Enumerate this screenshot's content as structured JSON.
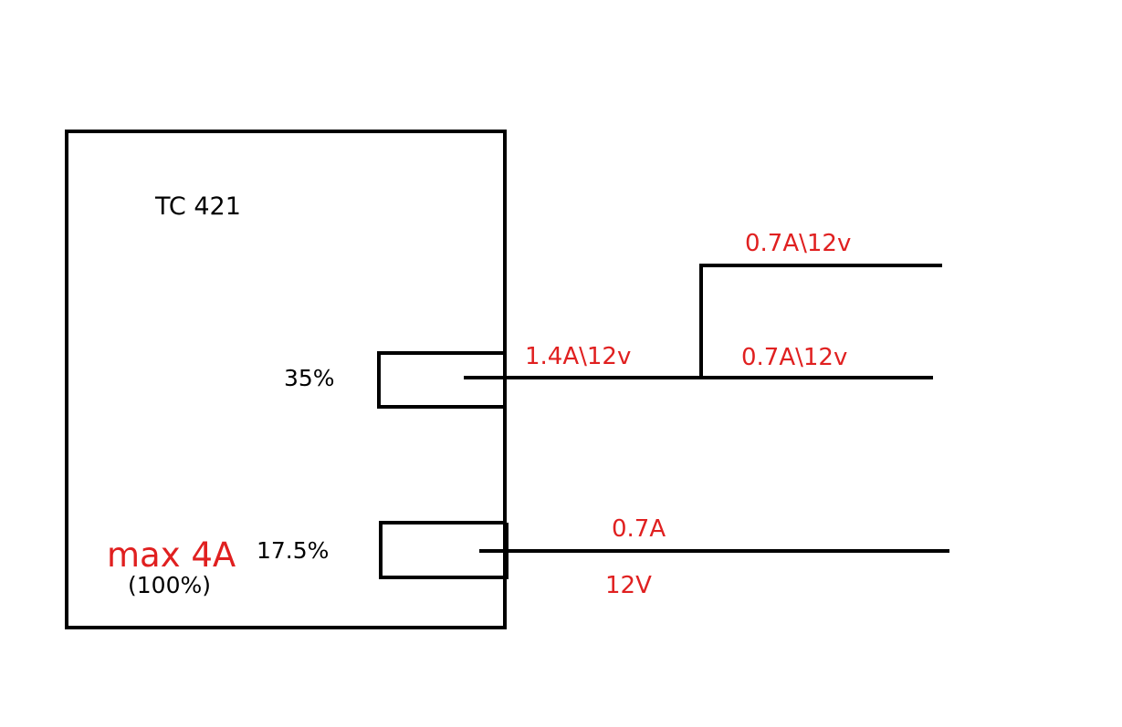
{
  "device": {
    "name": "TC 421",
    "max_label": "max 4A",
    "max_percent": "(100%)"
  },
  "channels": [
    {
      "percent": "35%",
      "output_label": "1.4A\\12v",
      "branches": [
        "0.7A\\12v",
        "0.7A\\12v"
      ]
    },
    {
      "percent": "17.5%",
      "current_label": "0.7A",
      "voltage_label": "12V"
    }
  ],
  "colors": {
    "line": "#000000",
    "annotation": "#e02020",
    "text": "#000000"
  }
}
